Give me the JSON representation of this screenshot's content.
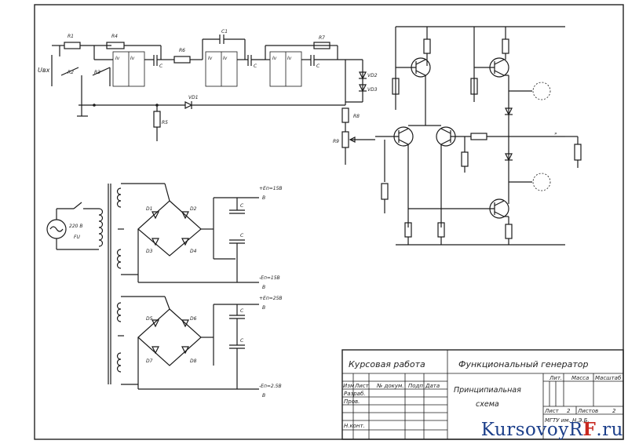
{
  "title_block": {
    "work_type": "Курсовая работа",
    "project_name": "Функциональный генератор",
    "drawing_name": "Принципиальная схема",
    "columns": {
      "change": "Изм",
      "sheet": "Лист",
      "doc_number": "№ докум.",
      "signature": "Подп.",
      "date": "Дата"
    },
    "roles": {
      "developer": "Разраб.",
      "checker": "Пров.",
      "norm_control": "Н.конт."
    },
    "right_headers": {
      "lit": "Лит.",
      "mass": "Масса",
      "scale": "Масштаб"
    },
    "sheet_label": "Лист",
    "sheet_value": "2",
    "sheets_label": "Листов",
    "sheets_value": "2",
    "org": "МГТУ им. Н.Э.Б."
  },
  "labels": {
    "uin": "Uвх",
    "r1": "R1",
    "r2": "R2",
    "r3": "R3",
    "r4": "R4",
    "r5": "R5",
    "r6": "R6",
    "r7": "R7",
    "r8": "R8",
    "r9": "R9",
    "c1": "C1",
    "c": "C",
    "vd1": "VD1",
    "vd2": "VD2",
    "vd3": "VD3",
    "d1": "D1",
    "d2": "D2",
    "d3": "D3",
    "d4": "D4",
    "d5": "D5",
    "d6": "D6",
    "d7": "D7",
    "d8": "D8",
    "mains": "220 В",
    "mains_sw": "FU",
    "e_pos15": "+Eп=15В",
    "e_neg15": "-Eп=15В",
    "e_pos25": "+Eп=25В",
    "e_neg25": "-Eп=2.5В",
    "b": "В"
  },
  "watermark": {
    "main": "KursovoyR",
    "accent": "F",
    "suffix": ".ru"
  }
}
